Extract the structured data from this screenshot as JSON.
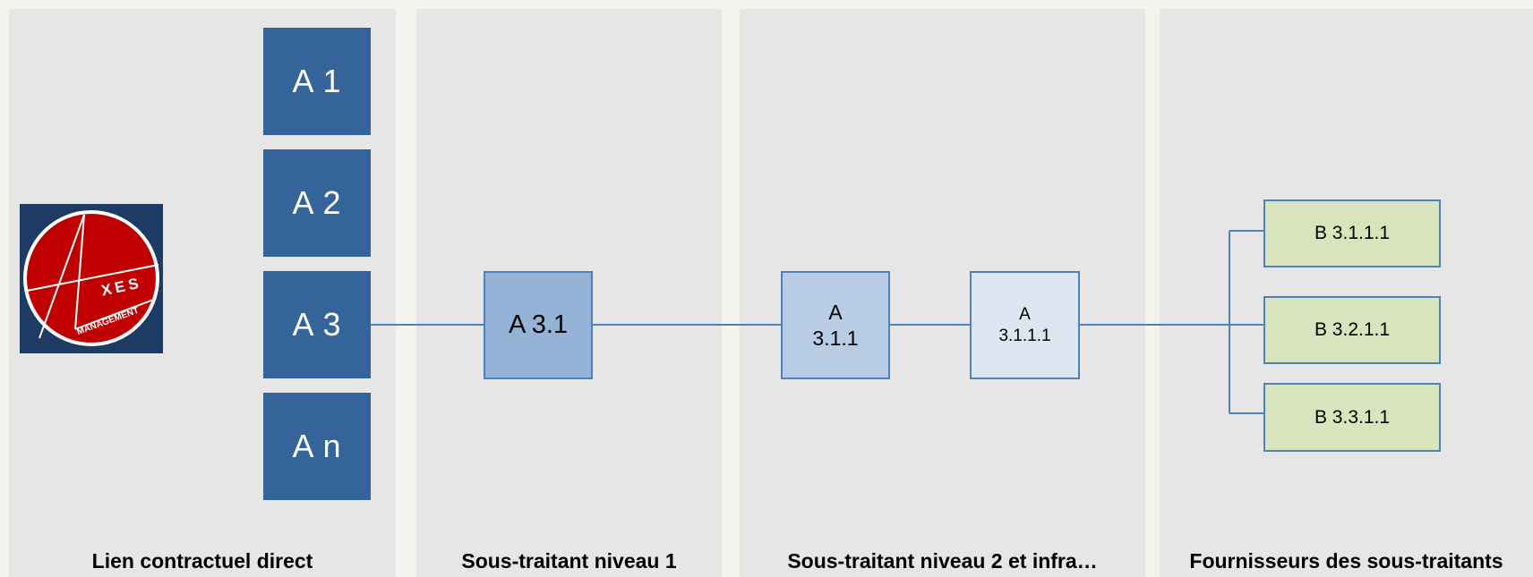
{
  "columns": [
    {
      "label": "Lien contractuel direct"
    },
    {
      "label": "Sous-traitant niveau 1"
    },
    {
      "label": "Sous-traitant niveau 2 et infra…"
    },
    {
      "label": "Fournisseurs des sous-traitants"
    }
  ],
  "direct": [
    "A 1",
    "A 2",
    "A 3",
    "A n"
  ],
  "level1": "A 3.1",
  "level2": "A\n3.1.1",
  "level3": "A\n3.1.1.1",
  "suppliers": [
    "B 3.1.1.1",
    "B 3.2.1.1",
    "B 3.3.1.1"
  ],
  "logo": {
    "letters": "XES",
    "subtitle": "MANAGEMENT"
  },
  "colors": {
    "dark_box": "#35649a",
    "level1": "#95b3d7",
    "level2": "#b8cce4",
    "level3": "#dce6f1",
    "supplier": "#d8e4bc",
    "connector": "#4f81bd",
    "logo_red": "#c00000",
    "logo_bg": "#1d3b63"
  }
}
